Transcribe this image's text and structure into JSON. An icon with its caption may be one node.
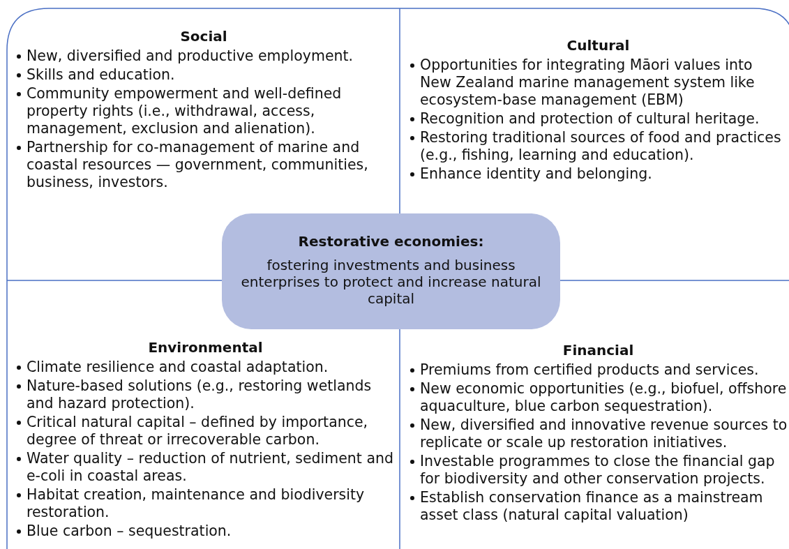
{
  "diagram": {
    "nodes": [
      {
        "text": [
          "Social",
          "New, diversified and productive employment.",
          "Skills and education.",
          "Community empowerment and well-defined property rights (i.e., withdrawal, access, management, exclusion and alienation).",
          "Partnership for co-management of marine and coastal resources — government, communities, business, investors."
        ]
      },
      {
        "text": [
          "Cultural",
          "Opportunities for integrating Māori values into New Zealand marine management system like ecosystem-base management (EBM)",
          "Recognition and protection of cultural heritage.",
          "Restoring traditional sources of food and practices (e.g., fishing, learning and education).",
          "Enhance identity and belonging."
        ]
      },
      {
        "text": [
          "Restorative economies:",
          "fostering investments and business enterprises to  protect and increase natural capital"
        ]
      },
      {
        "text": [
          "Environmental",
          "Climate resilience and coastal adaptation.",
          "Nature-based solutions (e.g., restoring wetlands and hazard protection).",
          "Critical natural capital – defined by importance, degree of threat or irrecoverable carbon.",
          "Water quality – reduction of nutrient, sediment and e-coli in coastal areas.",
          "Habitat creation, maintenance and biodiversity restoration.",
          "Blue carbon – sequestration."
        ]
      },
      {
        "text": [
          "Financial",
          "Premiums from certified products and services.",
          "New economic opportunities (e.g., biofuel, offshore aquaculture, blue carbon sequestration).",
          "New, diversified and innovative revenue sources to replicate or scale up restoration initiatives.",
          "Investable programmes to close the financial gap for biodiversity and other conservation projects.",
          "Establish conservation finance as a mainstream asset class (natural capital valuation)"
        ]
      }
    ],
    "edges": []
  }
}
